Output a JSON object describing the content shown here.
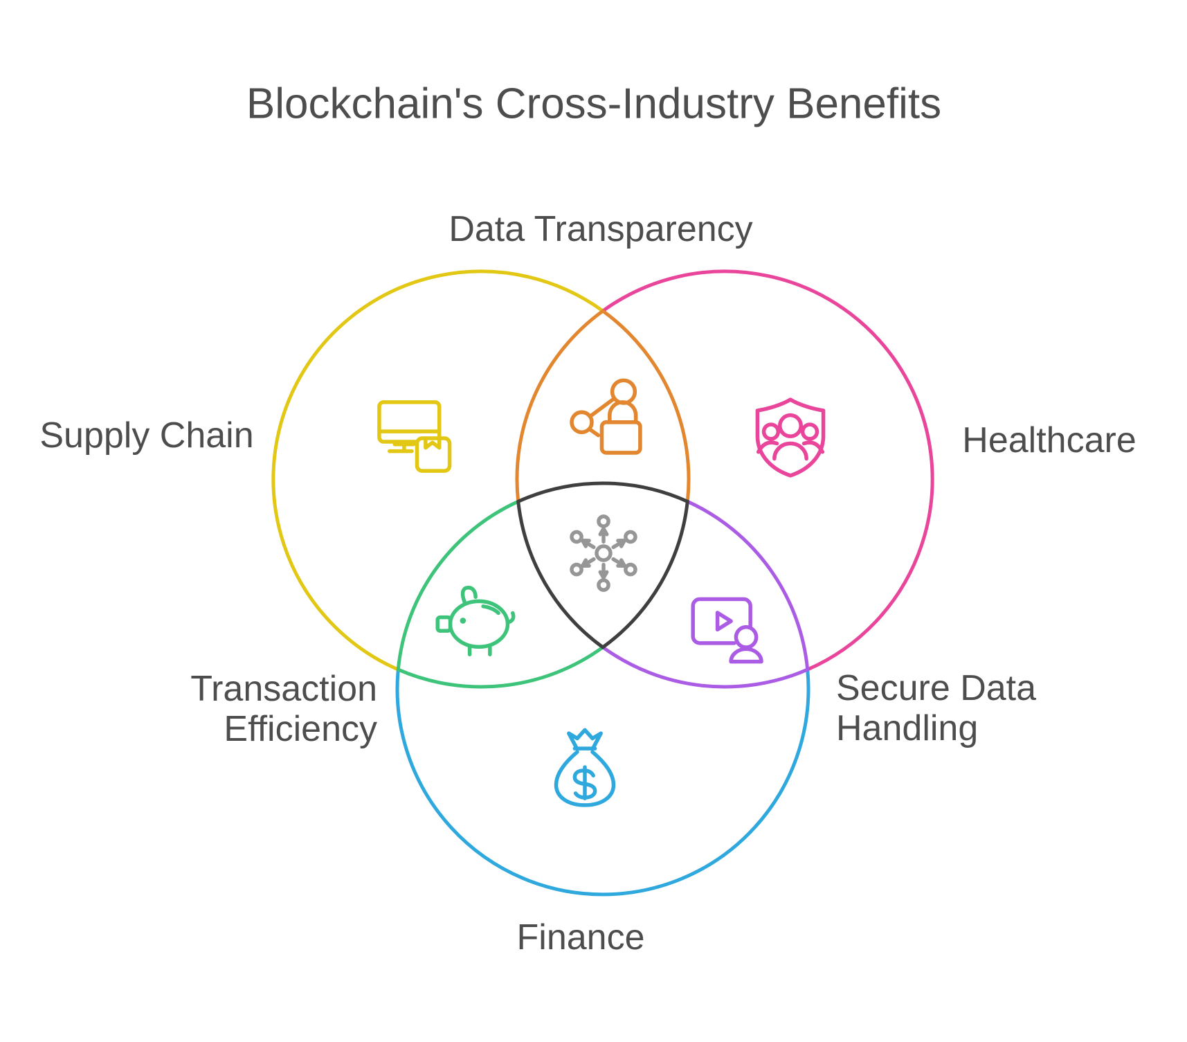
{
  "title": "Blockchain's Cross-Industry Benefits",
  "chart_data": {
    "type": "venn",
    "title": "Blockchain's Cross-Industry Benefits",
    "sets": [
      {
        "label": "Supply Chain",
        "color": "#e2c814",
        "icon": "monitor-package-icon"
      },
      {
        "label": "Healthcare",
        "color": "#e8459b",
        "icon": "shield-people-icon"
      },
      {
        "label": "Finance",
        "color": "#2fa8de",
        "icon": "money-bag-icon"
      }
    ],
    "overlaps": [
      {
        "label": "Data Transparency",
        "between": [
          "Supply Chain",
          "Healthcare"
        ],
        "color": "#e2872f",
        "icon": "share-lock-icon"
      },
      {
        "label": "Transaction Efficiency",
        "between": [
          "Supply Chain",
          "Finance"
        ],
        "color": "#3ec47a",
        "icon": "piggy-bank-icon"
      },
      {
        "label": "Secure Data Handling",
        "between": [
          "Healthcare",
          "Finance"
        ],
        "color": "#ab5ce4",
        "icon": "video-user-icon"
      }
    ],
    "core": {
      "between": [
        "Supply Chain",
        "Healthcare",
        "Finance"
      ],
      "color": "#3f3f3f",
      "icon": "decentralized-network-icon",
      "icon_color": "#969696"
    },
    "text_color": "#4d4d4d",
    "background": "#ffffff"
  }
}
